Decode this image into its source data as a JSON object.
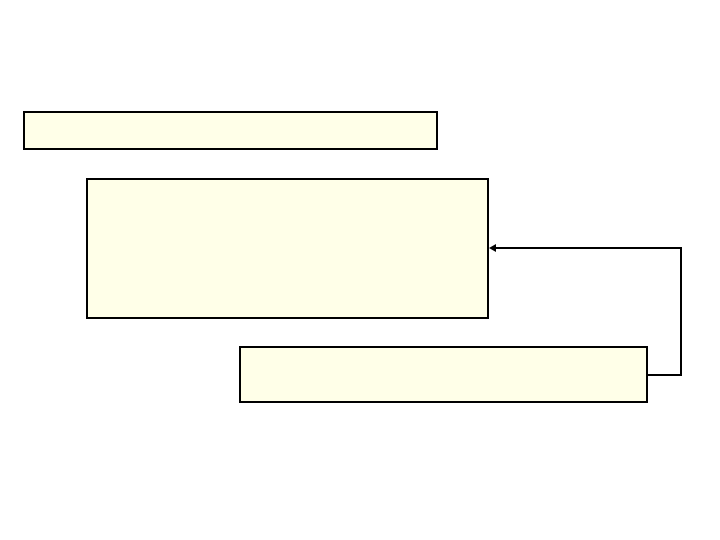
{
  "diagram": {
    "fill_color": "#FFFFE8",
    "stroke_color": "#000000",
    "boxes": [
      {
        "id": "top",
        "text": ""
      },
      {
        "id": "middle",
        "text": ""
      },
      {
        "id": "bottom",
        "text": ""
      }
    ],
    "connectors": [
      {
        "from": "bottom",
        "to": "middle",
        "arrowhead": "end"
      }
    ]
  }
}
